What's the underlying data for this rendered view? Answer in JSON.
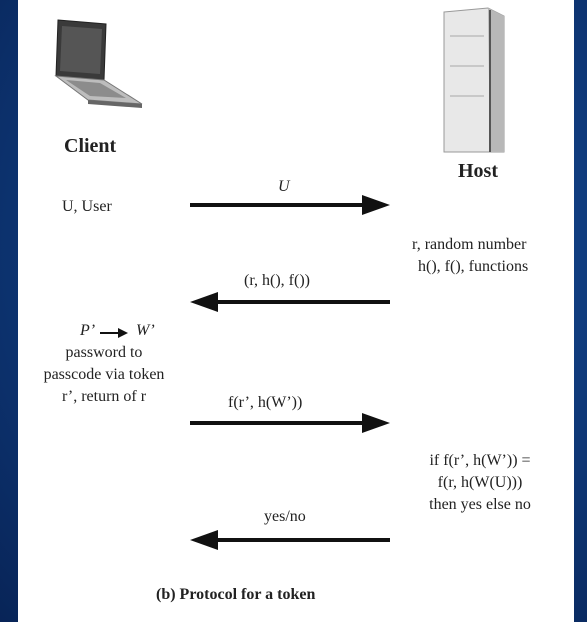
{
  "client": {
    "title": "Client",
    "icon": "laptop-icon"
  },
  "host": {
    "title": "Host",
    "icon": "server-tower-icon"
  },
  "messages": [
    {
      "label": "U",
      "direction": "client-to-host"
    },
    {
      "label": "(r, h(), f())",
      "direction": "host-to-client"
    },
    {
      "label": "f(r’, h(W’))",
      "direction": "client-to-host"
    },
    {
      "label": "yes/no",
      "direction": "host-to-client"
    }
  ],
  "client_notes": {
    "user": "U, User",
    "conversion_left": "P’",
    "conversion_right": "W’",
    "line1": "password to",
    "line2": "passcode via token",
    "line3": "r’, return of r"
  },
  "host_notes": {
    "random": "r, random number",
    "functions": "h(), f(), functions",
    "check1": "if f(r’, h(W’)) =",
    "check2": "f(r, h(W(U)))",
    "check3": "then yes else no"
  },
  "caption": "(b) Protocol for a token",
  "colors": {
    "background": "#0a2a5c",
    "panel": "#ffffff",
    "ink": "#222222"
  }
}
